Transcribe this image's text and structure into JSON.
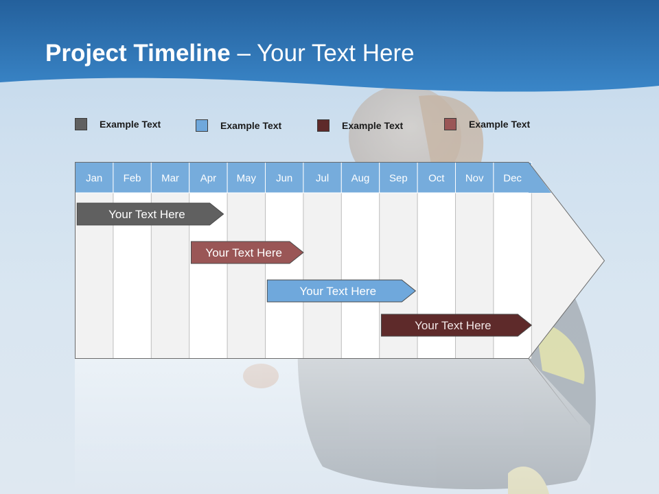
{
  "title": {
    "bold": "Project Timeline",
    "rest": " – Your Text Here"
  },
  "legend": [
    {
      "label": "Example Text",
      "color": "#606060"
    },
    {
      "label": "Example Text",
      "color": "#6fa8dc"
    },
    {
      "label": "Example Text",
      "color": "#5e2a2a"
    },
    {
      "label": "Example Text",
      "color": "#9a5656"
    }
  ],
  "months": [
    "Jan",
    "Feb",
    "Mar",
    "Apr",
    "May",
    "Jun",
    "Jul",
    "Aug",
    "Sep",
    "Oct",
    "Nov",
    "Dec"
  ],
  "tasks": [
    {
      "label": "Your  Text Here",
      "start_month": 1.05,
      "end_month": 4.9,
      "color": "#606060"
    },
    {
      "label": "Your  Text Here",
      "start_month": 4.05,
      "end_month": 7.0,
      "color": "#9a5656"
    },
    {
      "label": "Your  Text Here",
      "start_month": 6.05,
      "end_month": 9.95,
      "color": "#6fa8dc"
    },
    {
      "label": "Your  Text Here",
      "start_month": 9.05,
      "end_month": 13.0,
      "color": "#5e2a2a"
    }
  ],
  "colors": {
    "header_band": "#2f76b6",
    "month_header": "#76acdc",
    "column_light": "#f2f2f2",
    "column_white": "#ffffff"
  }
}
